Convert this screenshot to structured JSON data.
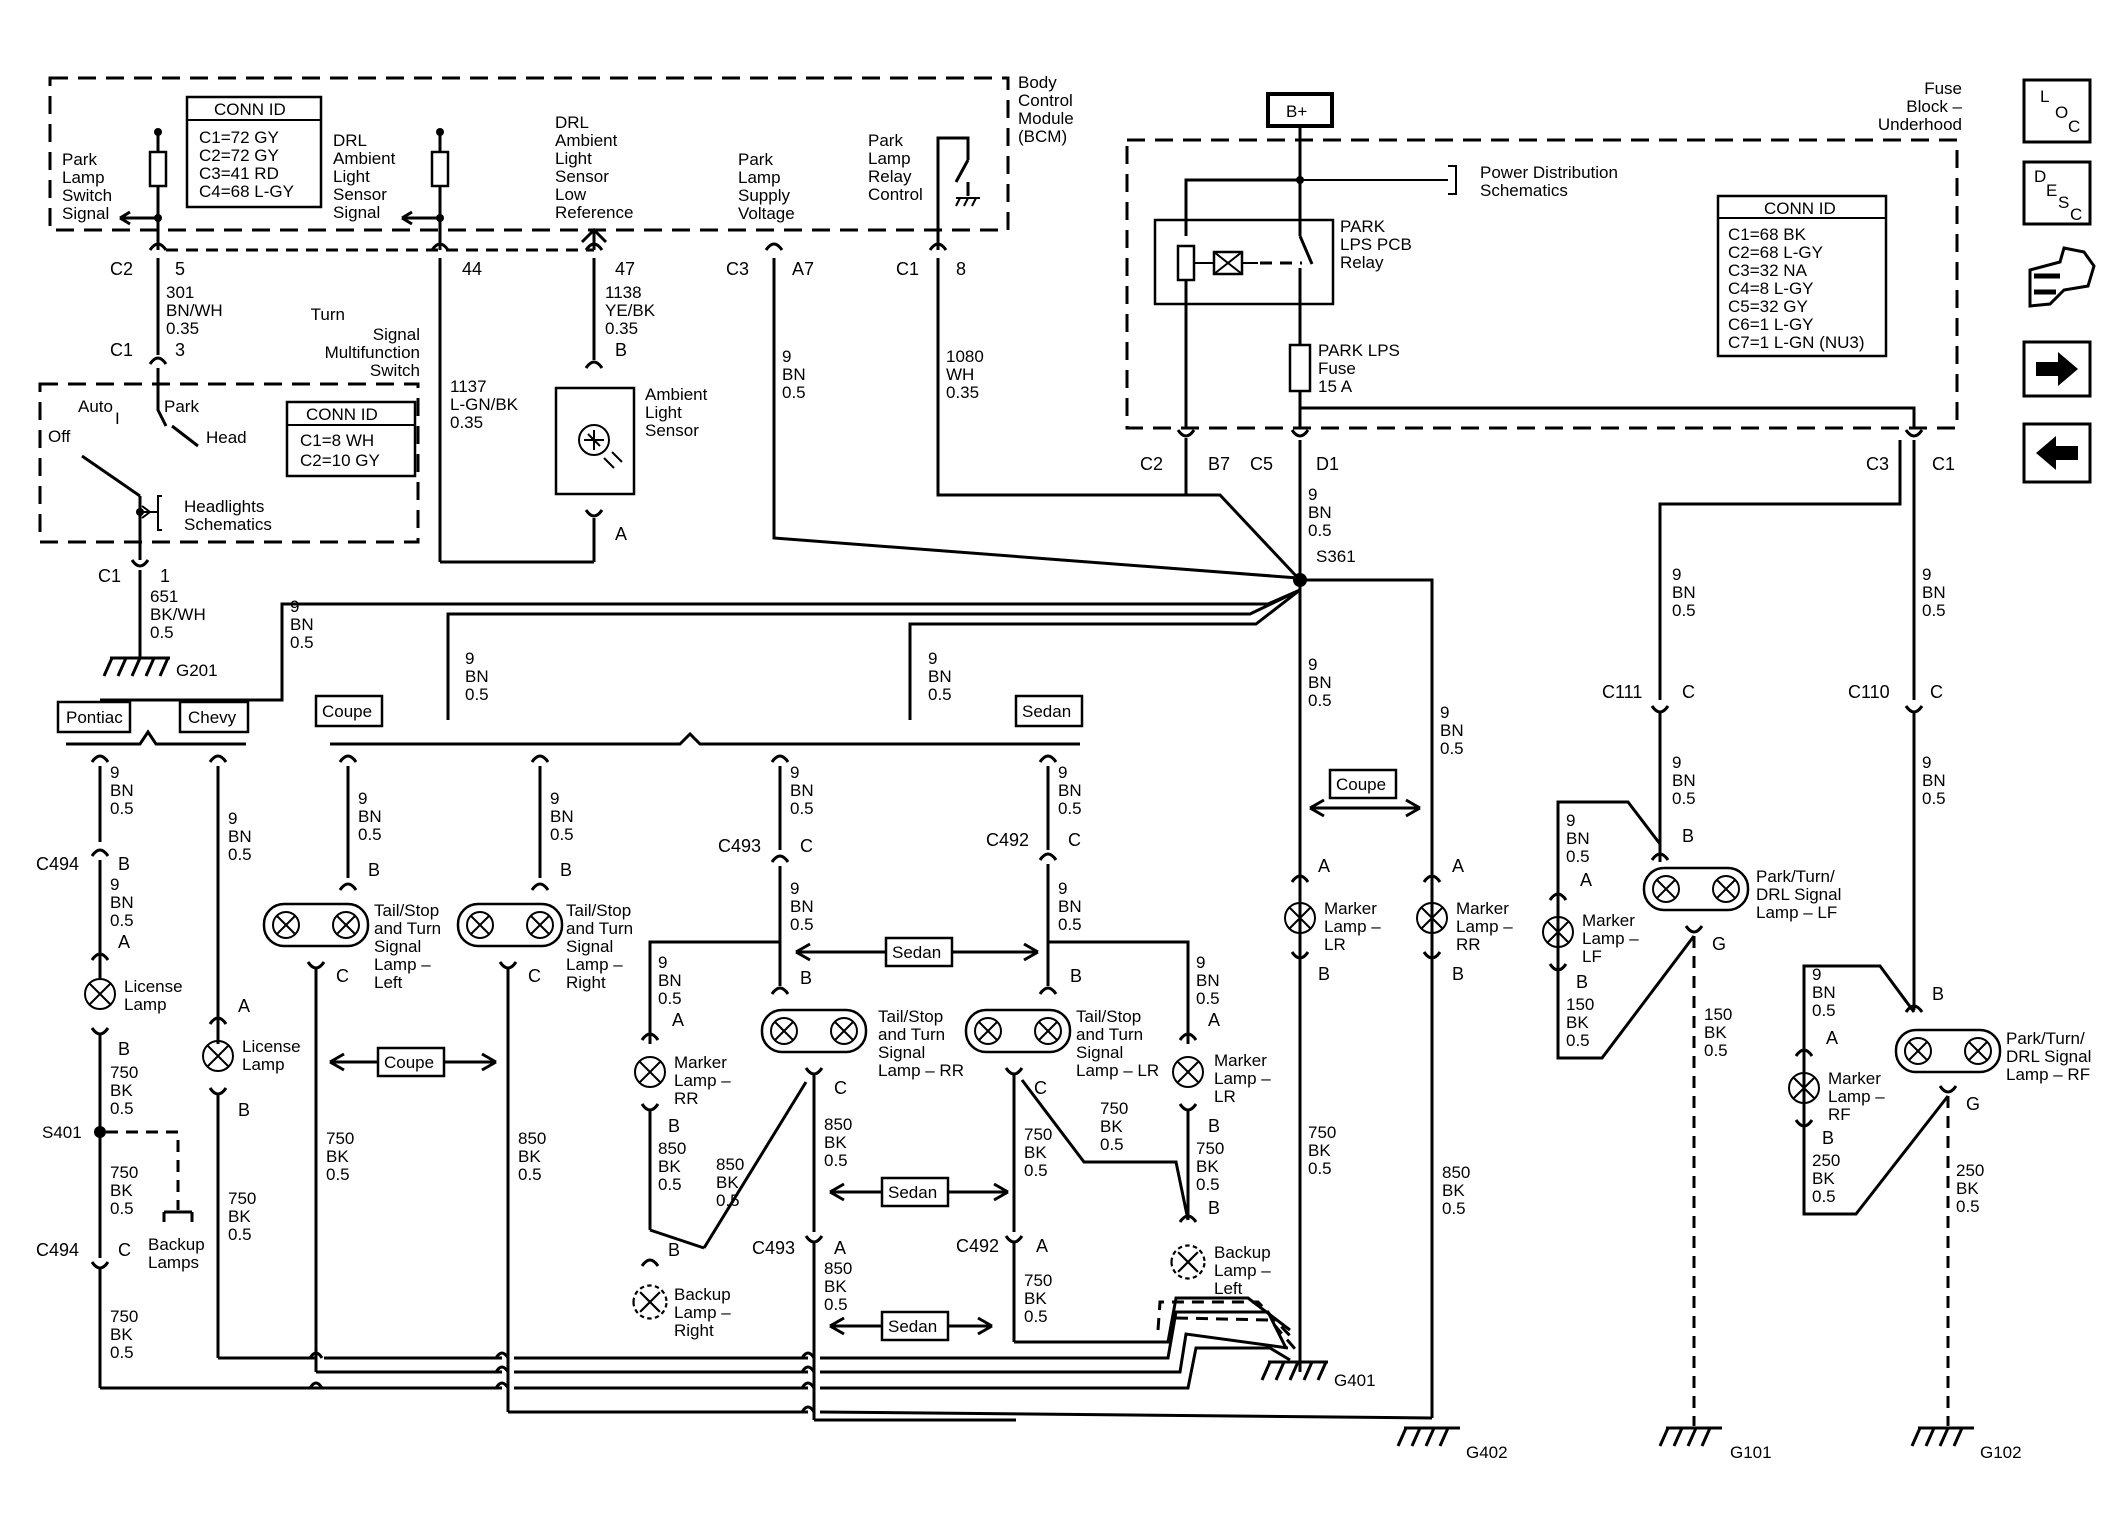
{
  "bcm": {
    "label_l1": "Body",
    "label_l2": "Control",
    "label_l3": "Module",
    "label_l4": "(BCM)",
    "conn_title": "CONN ID",
    "conn": [
      "C1=72 GY",
      "C2=72 GY",
      "C3=41 RD",
      "C4=68 L-GY"
    ],
    "pin_park_switch": [
      "Park",
      "Lamp",
      "Switch",
      "Signal"
    ],
    "pin_drl_ambient": [
      "DRL",
      "Ambient",
      "Light",
      "Sensor",
      "Signal"
    ],
    "pin_drl_low": [
      "DRL",
      "Ambient",
      "Light",
      "Sensor",
      "Low",
      "Reference"
    ],
    "pin_park_supply": [
      "Park",
      "Lamp",
      "Supply",
      "Voltage"
    ],
    "pin_park_relay": [
      "Park",
      "Lamp",
      "Relay",
      "Control"
    ]
  },
  "fuse_block": {
    "label_l1": "Fuse",
    "label_l2": "Block –",
    "label_l3": "Underhood",
    "b_plus": "B+",
    "power_dist_l1": "Power Distribution",
    "power_dist_l2": "Schematics",
    "relay_l1": "PARK",
    "relay_l2": "LPS PCB",
    "relay_l3": "Relay",
    "fuse_l1": "PARK LPS",
    "fuse_l2": "Fuse",
    "fuse_l3": "15 A",
    "conn_title": "CONN ID",
    "conn": [
      "C1=68 BK",
      "C2=68 L-GY",
      "C3=32 NA",
      "C4=8 L-GY",
      "C5=32 GY",
      "C6=1 L-GY",
      "C7=1 L-GN (NU3)"
    ]
  },
  "switch": {
    "label_l1": "Turn",
    "label_l2": "Signal",
    "label_l3": "Multifunction",
    "label_l4": "Switch",
    "auto": "Auto",
    "off": "Off",
    "park": "Park",
    "head": "Head",
    "one": "I",
    "conn_title": "CONN ID",
    "conn": [
      "C1=8 WH",
      "C2=10 GY"
    ],
    "headlights_l1": "Headlights",
    "headlights_l2": "Schematics"
  },
  "connectors": {
    "c2": "C2",
    "c1": "C1",
    "c3": "C3",
    "c5": "C5",
    "c494": "C494",
    "c493": "C493",
    "c492": "C492",
    "c111": "C111",
    "c110": "C110",
    "s361": "S361",
    "s401": "S401"
  },
  "pins": {
    "p5": "5",
    "p3": "3",
    "p1": "1",
    "p44": "44",
    "p47": "47",
    "pA7": "A7",
    "p8": "8",
    "pB7": "B7",
    "pD1": "D1",
    "pC1": "C1",
    "pA": "A",
    "pB": "B",
    "pC": "C",
    "pG": "G"
  },
  "wires": {
    "w301": [
      "301",
      "BN/WH",
      "0.35"
    ],
    "w651": [
      "651",
      "BK/WH",
      "0.5"
    ],
    "w1137": [
      "1137",
      "L-GN/BK",
      "0.35"
    ],
    "w1138": [
      "1138",
      "YE/BK",
      "0.35"
    ],
    "w9_035": [
      "9",
      "BN",
      "0.5"
    ],
    "w1080": [
      "1080",
      "WH",
      "0.35"
    ],
    "w9": [
      "9",
      "BN",
      "0.5"
    ],
    "w750": [
      "750",
      "BK",
      "0.5"
    ],
    "w850": [
      "850",
      "BK",
      "0.5"
    ],
    "w150": [
      "150",
      "BK",
      "0.5"
    ],
    "w250": [
      "250",
      "BK",
      "0.5"
    ]
  },
  "options": {
    "pontiac": "Pontiac",
    "chevy": "Chevy",
    "coupe": "Coupe",
    "sedan": "Sedan"
  },
  "components": {
    "ambient_l1": "Ambient",
    "ambient_l2": "Light",
    "ambient_l3": "Sensor",
    "license_l1": "License",
    "license_l2": "Lamp",
    "tail_left": [
      "Tail/Stop",
      "and Turn",
      "Signal",
      "Lamp –",
      "Left"
    ],
    "tail_right": [
      "Tail/Stop",
      "and Turn",
      "Signal",
      "Lamp –",
      "Right"
    ],
    "tail_rr": [
      "Tail/Stop",
      "and Turn",
      "Signal",
      "Lamp – RR"
    ],
    "tail_lr": [
      "Tail/Stop",
      "and Turn",
      "Signal",
      "Lamp – LR"
    ],
    "marker_rr": [
      "Marker",
      "Lamp –",
      "RR"
    ],
    "marker_lr": [
      "Marker",
      "Lamp –",
      "LR"
    ],
    "marker_lr2": [
      "Marker",
      "Lamp –",
      "LR"
    ],
    "marker_rr2": [
      "Marker",
      "Lamp –",
      "RR"
    ],
    "marker_lf": [
      "Marker",
      "Lamp –",
      "LF"
    ],
    "marker_rf": [
      "Marker",
      "Lamp –",
      "RF"
    ],
    "backup_right": [
      "Backup",
      "Lamp –",
      "Right"
    ],
    "backup_left": [
      "Backup",
      "Lamp –",
      "Left"
    ],
    "backup_lamps": [
      "Backup",
      "Lamps"
    ],
    "drl_lf": [
      "Park/Turn/",
      "DRL Signal",
      "Lamp – LF"
    ],
    "drl_rf": [
      "Park/Turn/",
      "DRL Signal",
      "Lamp – RF"
    ]
  },
  "grounds": {
    "g201": "G201",
    "g401": "G401",
    "g402": "G402",
    "g101": "G101",
    "g102": "G102"
  },
  "nav": {
    "loc": [
      "L",
      "O",
      "C"
    ],
    "desc": [
      "D",
      "E",
      "S",
      "C"
    ]
  }
}
